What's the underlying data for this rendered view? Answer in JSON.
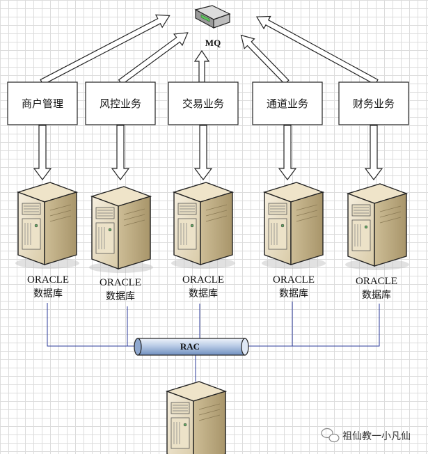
{
  "mq": {
    "label": "MQ"
  },
  "services": [
    {
      "label": "商户管理"
    },
    {
      "label": "风控业务"
    },
    {
      "label": "交易业务"
    },
    {
      "label": "通道业务"
    },
    {
      "label": "财务业务"
    }
  ],
  "databases": [
    {
      "line1": "ORACLE",
      "line2": "数据库"
    },
    {
      "line1": "ORACLE",
      "line2": "数据库"
    },
    {
      "line1": "ORACLE",
      "line2": "数据库"
    },
    {
      "line1": "ORACLE",
      "line2": "数据库"
    },
    {
      "line1": "ORACLE",
      "line2": "数据库"
    }
  ],
  "rac": {
    "label": "RAC"
  },
  "watermark": {
    "text": "祖仙教一小凡仙"
  }
}
